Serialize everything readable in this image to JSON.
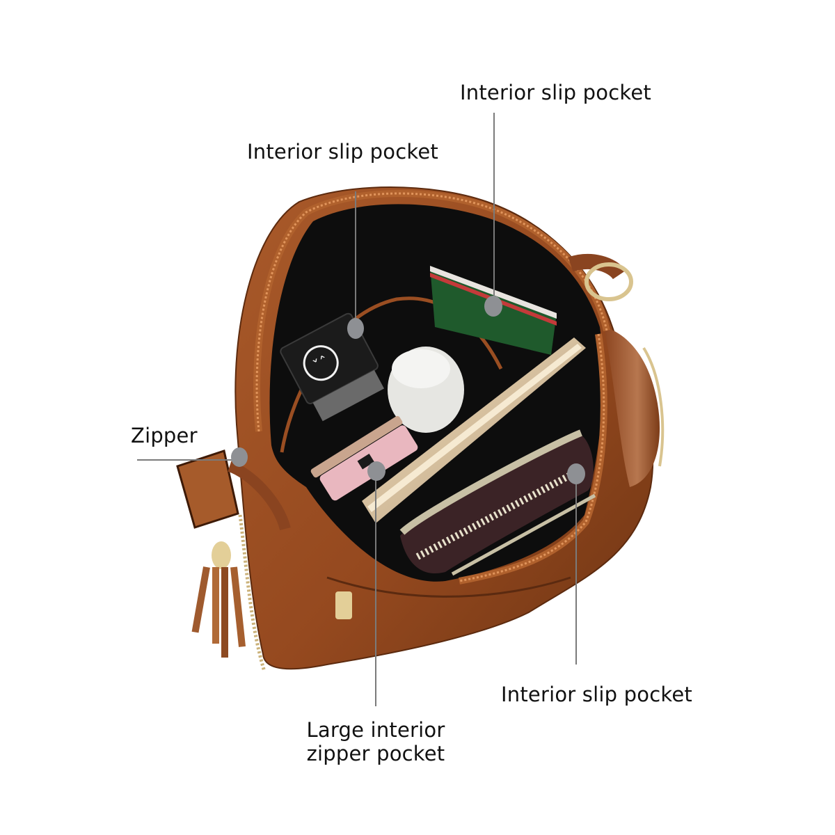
{
  "figure": {
    "subject": "Brown leather crossbody bag, open, showing interior compartments",
    "background_color": "#ffffff",
    "colors": {
      "leather": "#9a4e22",
      "leather_dark": "#6f3513",
      "stitch": "#c8763e",
      "lining": "#0d0d0d",
      "callout_dot": "#8e9094",
      "leader_line": "#7a7a7a",
      "label_text": "#111111",
      "hardware_gold": "#d9c48f"
    }
  },
  "callouts": [
    {
      "id": "interior-slip-pocket-top-right",
      "label": "Interior slip pocket"
    },
    {
      "id": "interior-slip-pocket-top-left",
      "label": "Interior slip pocket"
    },
    {
      "id": "zipper",
      "label": "Zipper"
    },
    {
      "id": "large-interior-zipper-pocket",
      "label": "Large interior\nzipper pocket"
    },
    {
      "id": "interior-slip-pocket-bottom-right",
      "label": "Interior slip pocket"
    }
  ]
}
